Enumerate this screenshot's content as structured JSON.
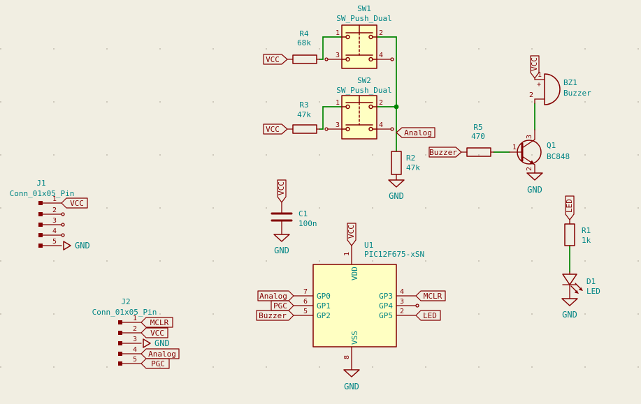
{
  "app": {
    "title": "Schematic"
  },
  "colors": {
    "background": "#F1EEE2",
    "symbol_outline": "#840000",
    "symbol_fill": "#FFFFC2",
    "wire": "#008400",
    "annotation_text": "#008484",
    "label_text": "#840000"
  },
  "nets": {
    "vcc": "VCC",
    "gnd": "GND",
    "analog": "Analog",
    "buzzer": "Buzzer",
    "mclr": "MCLR",
    "pgc": "PGC",
    "led": "LED"
  },
  "components": {
    "sw1": {
      "ref": "SW1",
      "value": "SW_Push_Dual",
      "pin_numbers": [
        "1",
        "2",
        "3",
        "4"
      ]
    },
    "sw2": {
      "ref": "SW2",
      "value": "SW_Push_Dual",
      "pin_numbers": [
        "1",
        "2",
        "3",
        "4"
      ]
    },
    "r4": {
      "ref": "R4",
      "value": "68k"
    },
    "r3": {
      "ref": "R3",
      "value": "47k"
    },
    "r2": {
      "ref": "R2",
      "value": "47k"
    },
    "r5": {
      "ref": "R5",
      "value": "470"
    },
    "r1": {
      "ref": "R1",
      "value": "1k"
    },
    "c1": {
      "ref": "C1",
      "value": "100n"
    },
    "d1": {
      "ref": "D1",
      "value": "LED"
    },
    "q1": {
      "ref": "Q1",
      "value": "BC848",
      "pin_numbers": [
        "1",
        "2",
        "3"
      ]
    },
    "bz1": {
      "ref": "BZ1",
      "value": "Buzzer",
      "pin_numbers": [
        "1",
        "2"
      ],
      "plus": "+"
    },
    "u1": {
      "ref": "U1",
      "value": "PIC12F675-xSN",
      "top_pin": {
        "number": "1",
        "name": "VDD"
      },
      "bottom_pin": {
        "number": "8",
        "name": "VSS"
      },
      "left_pins": [
        {
          "number": "7",
          "name": "GP0"
        },
        {
          "number": "6",
          "name": "GP1"
        },
        {
          "number": "5",
          "name": "GP2"
        }
      ],
      "right_pins": [
        {
          "number": "4",
          "name": "GP3"
        },
        {
          "number": "3",
          "name": "GP4"
        },
        {
          "number": "2",
          "name": "GP5"
        }
      ]
    },
    "j1": {
      "ref": "J1",
      "value": "Conn_01x05_Pin",
      "pin_numbers": [
        "1",
        "2",
        "3",
        "4",
        "5"
      ]
    },
    "j2": {
      "ref": "J2",
      "value": "Conn_01x05_Pin",
      "pin_numbers": [
        "1",
        "2",
        "3",
        "4",
        "5"
      ]
    }
  }
}
